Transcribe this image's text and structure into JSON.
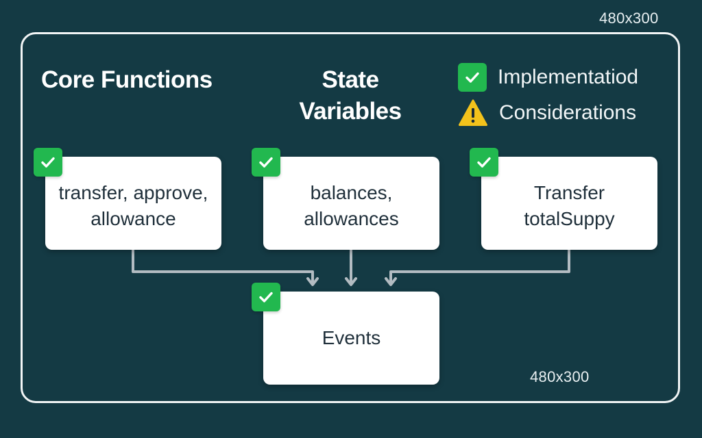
{
  "dimensions_label_top": "480x300",
  "dimensions_label_bottom": "480x300",
  "headings": {
    "core": "Core Functions",
    "state": "State Variables"
  },
  "legend": {
    "implemented": "Implementatiod",
    "considerations": "Considerations"
  },
  "nodes": {
    "core": {
      "line1": "transfer, approve,",
      "line2": "allowance"
    },
    "state": {
      "line1": "balances,",
      "line2": "allowances"
    },
    "transfer": {
      "line1": "Transfer",
      "line2": "totalSuppy"
    },
    "events": {
      "label": "Events"
    }
  },
  "icons": {
    "check": "check-icon",
    "warning": "warning-icon"
  },
  "colors": {
    "background": "#143a44",
    "check_green": "#22b84f",
    "warning_yellow": "#f3c21b",
    "connector": "#b3bcc2"
  }
}
